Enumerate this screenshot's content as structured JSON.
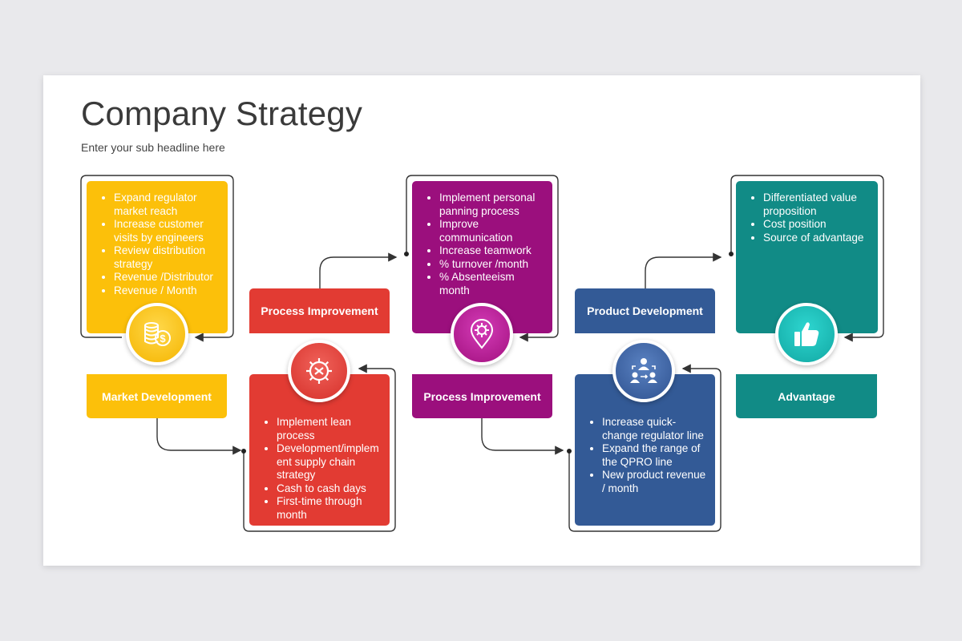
{
  "title": "Company Strategy",
  "subtitle": "Enter your sub headline here",
  "colors": {
    "yellow": "#fcc00a",
    "red": "#e23b33",
    "purple": "#9b0f7d",
    "blue": "#335a96",
    "teal": "#118b86",
    "connector": "#333333"
  },
  "steps": [
    {
      "label": "Market Development",
      "icon": "coins-dollar-icon",
      "bullets": [
        "Expand regulator market reach",
        "Increase customer visits by engineers",
        "Review distribution strategy",
        "Revenue /Distributor",
        "Revenue / Month"
      ]
    },
    {
      "label": "Process Improvement",
      "icon": "gear-wrench-icon",
      "bullets": [
        "Implement lean process",
        "Development/implem ent supply chain strategy",
        "Cash to cash days",
        "First-time through month"
      ]
    },
    {
      "label": "Process Improvement",
      "icon": "gear-location-pin-icon",
      "bullets": [
        "Implement personal panning process",
        "Improve communication",
        "Increase teamwork",
        "% turnover /month",
        "% Absenteeism month"
      ]
    },
    {
      "label": "Product Development",
      "icon": "team-exchange-icon",
      "bullets": [
        "Increase quick-change regulator line",
        "Expand the range of the QPRO line",
        "New product revenue / month"
      ]
    },
    {
      "label": "Advantage",
      "icon": "thumbs-up-icon",
      "bullets": [
        "Differentiated value proposition",
        "Cost position",
        "Source of advantage"
      ]
    }
  ]
}
